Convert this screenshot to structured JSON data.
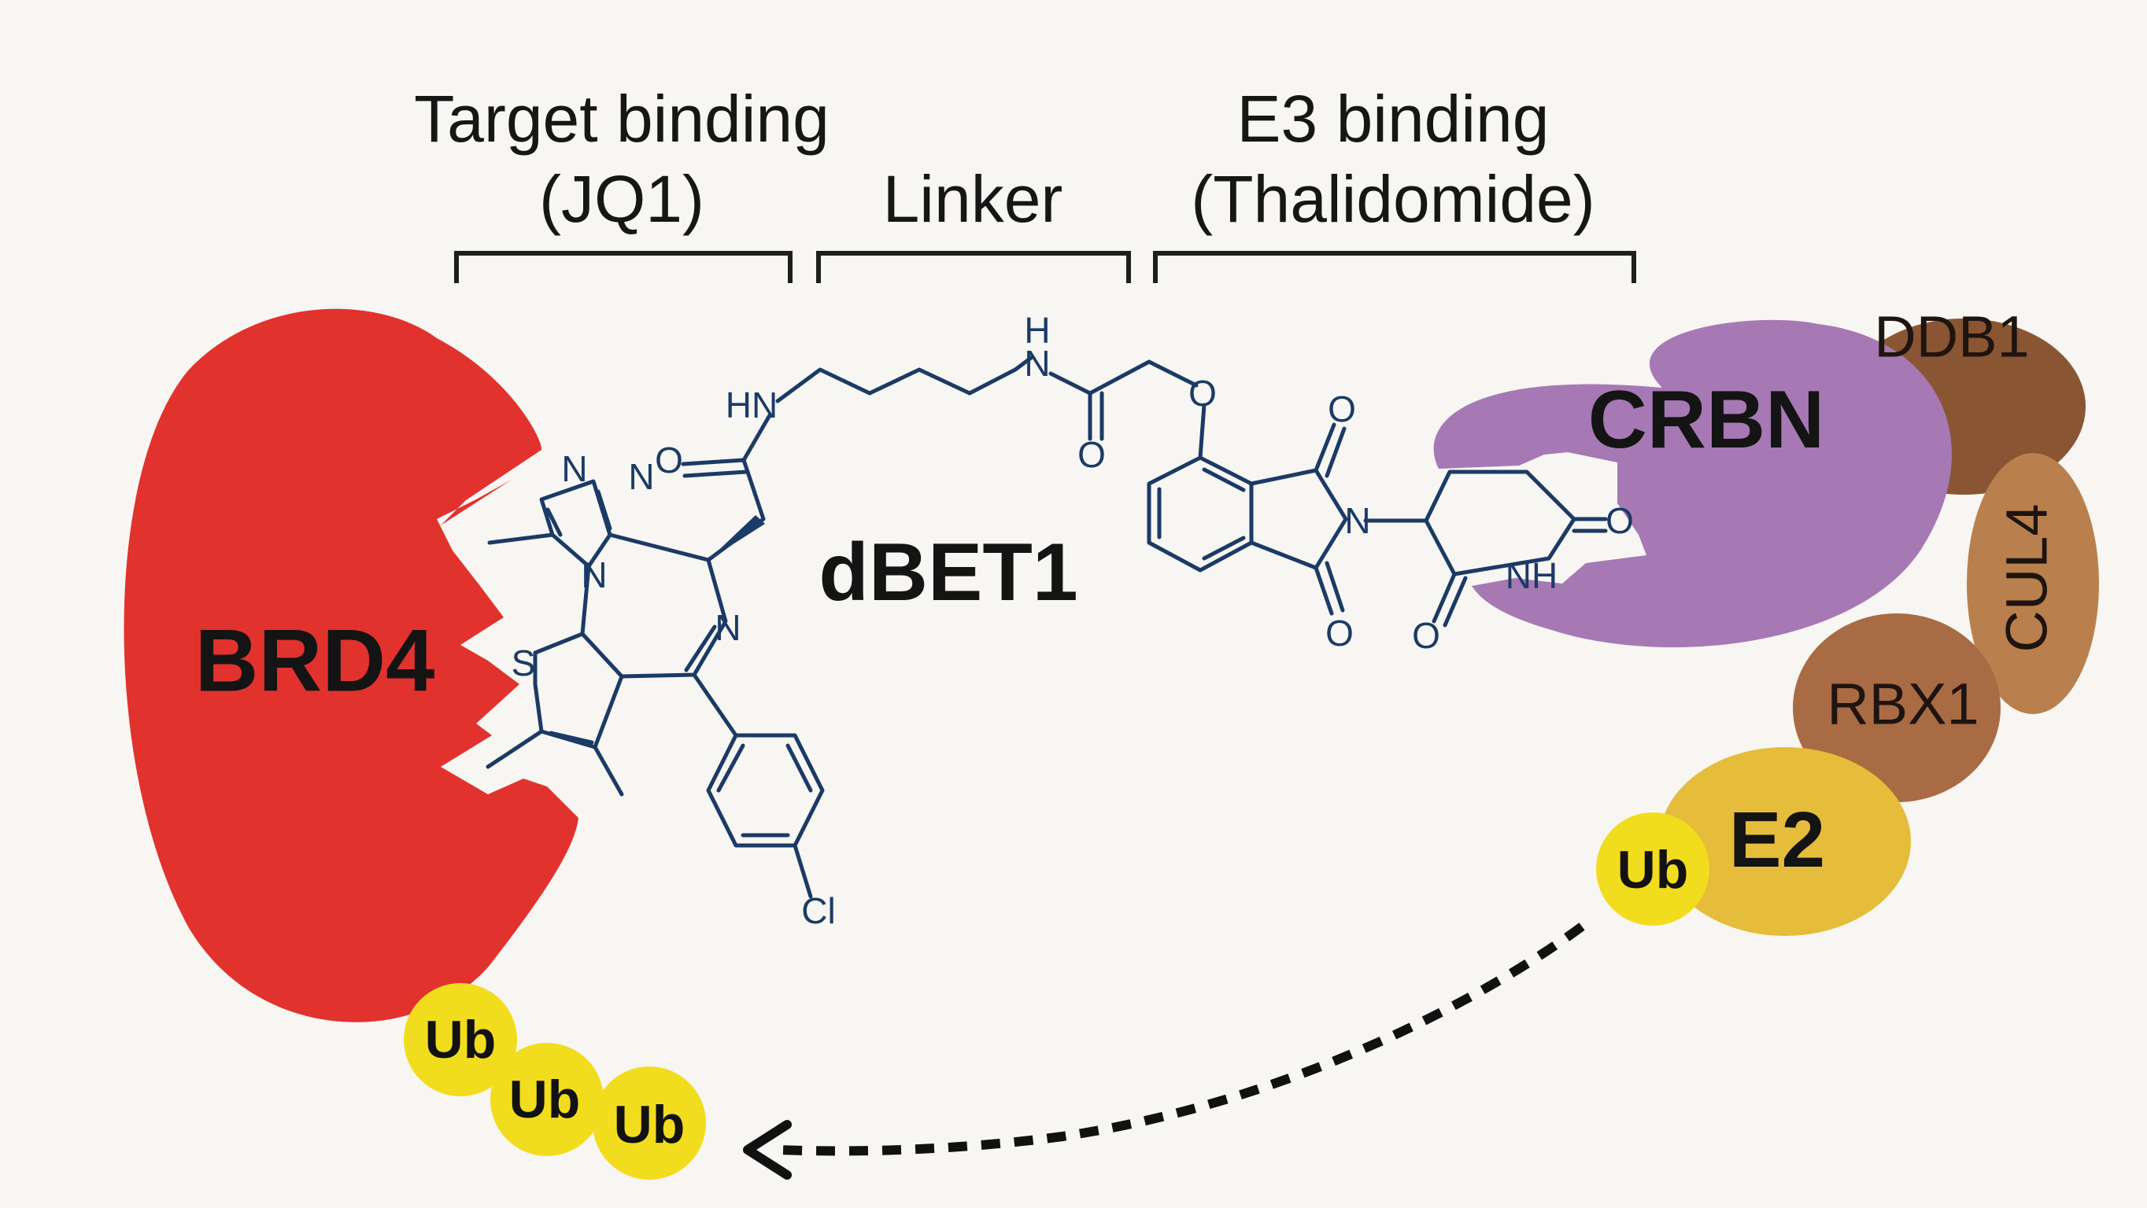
{
  "headers": {
    "target_line1": "Target binding",
    "target_line2": "(JQ1)",
    "linker": "Linker",
    "e3_line1": "E3 binding",
    "e3_line2": "(Thalidomide)"
  },
  "molecule": {
    "name": "dBET1",
    "atoms": {
      "hn": "HN",
      "h": "H",
      "n": "N",
      "o": "O",
      "s": "S",
      "cl": "Cl",
      "nh": "NH"
    }
  },
  "proteins": {
    "brd4": "BRD4",
    "crbn": "CRBN",
    "ddb1": "DDB1",
    "cul4": "CUL4",
    "rbx1": "RBX1",
    "e2": "E2"
  },
  "ubiquitin": {
    "label": "Ub"
  },
  "colors": {
    "brd4": "#e2322e",
    "crbn": "#a679b4",
    "ddb1": "#8a5532",
    "cul4": "#b9804d",
    "rbx1": "#a96b44",
    "e2": "#e6bc3b",
    "ub": "#f2dc1e",
    "bond": "#1b3a66",
    "bracket": "#1e1e1e"
  }
}
